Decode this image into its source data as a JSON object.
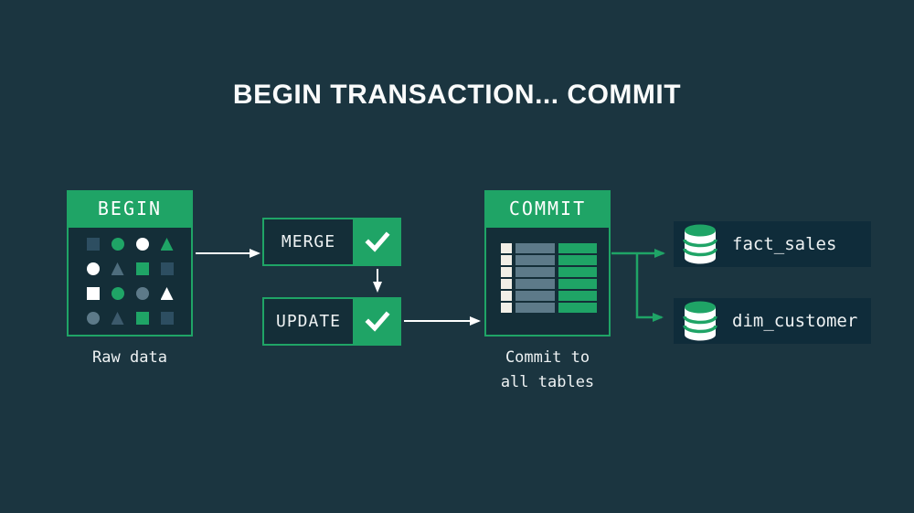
{
  "colors": {
    "background": "#1b3540",
    "panel_dark": "#142e38",
    "db_panel": "#0f2c3a",
    "green": "#1fa466",
    "white": "#ffffff",
    "cream": "#f2efe7",
    "slate_light": "#5d7a89",
    "slate_mid": "#4e6d7d",
    "slate_dark": "#3c5a6c",
    "steel": "#2d4e61",
    "text_light": "#eef2f3",
    "title_text": "#fafbfb"
  },
  "title": "BEGIN TRANSACTION... COMMIT",
  "begin_block": {
    "header": "BEGIN",
    "caption": "Raw data",
    "grid": [
      {
        "shape": "square",
        "color": "steel"
      },
      {
        "shape": "circle",
        "color": "green"
      },
      {
        "shape": "circle",
        "color": "white"
      },
      {
        "shape": "triangle",
        "color": "green"
      },
      {
        "shape": "circle",
        "color": "white"
      },
      {
        "shape": "triangle",
        "color": "slate_mid"
      },
      {
        "shape": "square",
        "color": "green"
      },
      {
        "shape": "square",
        "color": "steel"
      },
      {
        "shape": "square",
        "color": "white"
      },
      {
        "shape": "circle",
        "color": "green"
      },
      {
        "shape": "circle",
        "color": "slate_light"
      },
      {
        "shape": "triangle",
        "color": "white"
      },
      {
        "shape": "circle",
        "color": "slate_light"
      },
      {
        "shape": "triangle",
        "color": "slate_dark"
      },
      {
        "shape": "square",
        "color": "green"
      },
      {
        "shape": "square",
        "color": "steel"
      }
    ]
  },
  "steps": [
    {
      "label": "MERGE",
      "status": "checkmark"
    },
    {
      "label": "UPDATE",
      "status": "checkmark"
    }
  ],
  "commit_block": {
    "header": "COMMIT",
    "caption_line1": "Commit to",
    "caption_line2": "all tables",
    "table_rows": 6,
    "row_cells": [
      "cream",
      "slate_light",
      "green"
    ]
  },
  "tables": [
    {
      "name": "fact_sales"
    },
    {
      "name": "dim_customer"
    }
  ]
}
